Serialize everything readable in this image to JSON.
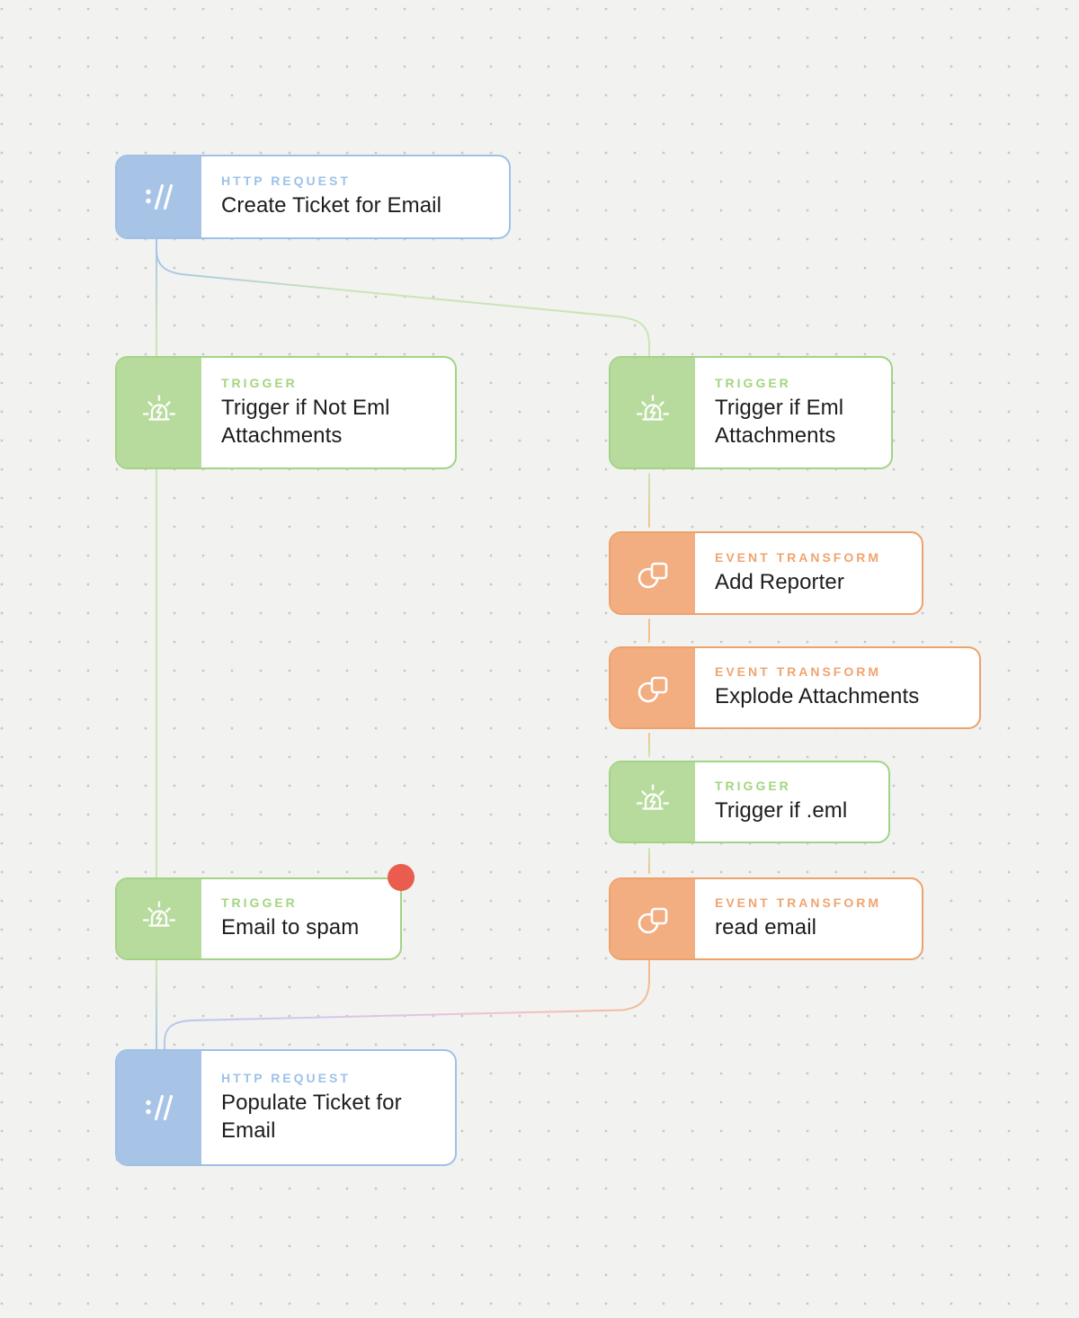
{
  "diagram": {
    "nodes": [
      {
        "type_label": "HTTP REQUEST",
        "title": "Create Ticket for Email"
      },
      {
        "type_label": "TRIGGER",
        "title": "Trigger if Not Eml Attachments"
      },
      {
        "type_label": "TRIGGER",
        "title": "Trigger if Eml Attachments"
      },
      {
        "type_label": "EVENT TRANSFORM",
        "title": "Add Reporter"
      },
      {
        "type_label": "EVENT TRANSFORM",
        "title": "Explode Attachments"
      },
      {
        "type_label": "TRIGGER",
        "title": "Trigger if .eml"
      },
      {
        "type_label": "TRIGGER",
        "title": "Email to spam",
        "status_dot": true
      },
      {
        "type_label": "EVENT TRANSFORM",
        "title": "read email"
      },
      {
        "type_label": "HTTP REQUEST",
        "title": "Populate Ticket for Email"
      }
    ],
    "icons": {
      "http": "http-request-icon",
      "trigger": "siren-trigger-icon",
      "transform": "circle-square-transform-icon"
    },
    "colors": {
      "http_blue": "#a7c4e7",
      "trigger_green": "#b7db9d",
      "transform_orange": "#f2ad81",
      "status_dot_red": "#ea5c4d",
      "wire_blue": "#a8c6e8",
      "wire_green": "#c9e5b5",
      "wire_orange": "#f4c28d",
      "wire_pink": "#f2c0d2",
      "wire_lavender": "#d5c7ec",
      "canvas_bg": "#f2f2f1",
      "grid_dot": "#c7c7c5"
    }
  }
}
